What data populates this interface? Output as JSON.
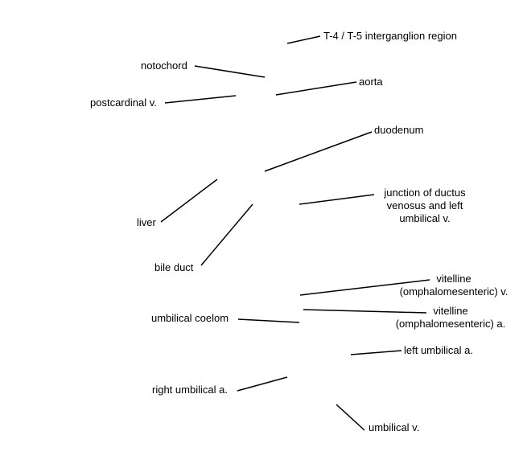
{
  "labels": {
    "t4_t5": "T-4 / T-5 interganglion region",
    "notochord": "notochord",
    "aorta": "aorta",
    "postcardinal": "postcardinal v.",
    "duodenum": "duodenum",
    "junction_lines": [
      "junction of ductus",
      "venosus and left",
      "umbilical v."
    ],
    "liver": "liver",
    "bile_duct": "bile duct",
    "vitelline_v_lines": [
      "vitelline",
      "(omphalomesenteric) v."
    ],
    "vitelline_a_lines": [
      "vitelline",
      "(omphalomesenteric) a."
    ],
    "umbilical_coelom": "umbilical coelom",
    "left_umbilical_a": "left umbilical a.",
    "right_umbilical_a": "right umbilical a.",
    "umbilical_v": "umbilical v."
  },
  "colors": {
    "line": "#000000",
    "text": "#000000",
    "background": "#ffffff"
  }
}
